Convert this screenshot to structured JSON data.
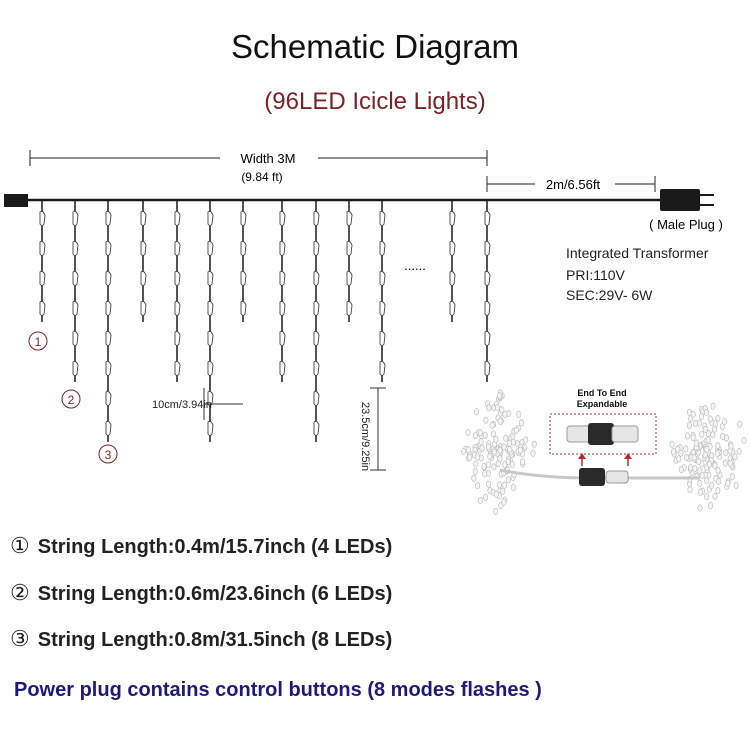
{
  "title": "Schematic Diagram",
  "subtitle": "(96LED Icicle Lights)",
  "dimensions": {
    "width_label": "Width 3M",
    "width_sub": "(9.84 ft)",
    "lead_label": "2m/6.56ft",
    "plug_label": "( Male Plug )",
    "spacing_label": "10cm/3.94in",
    "vertical_label": "23.5cm/9.25in",
    "ellipsis": "......"
  },
  "transformer": {
    "heading": "Integrated Transformer",
    "pri": "PRI:110V",
    "sec": "SEC:29V- 6W"
  },
  "markers": [
    "①",
    "②",
    "③"
  ],
  "callout": {
    "line1": "End To End",
    "line2": "Expandable"
  },
  "string_lengths": [
    {
      "marker": "①",
      "text": "String Length:0.4m/15.7inch (4 LEDs)"
    },
    {
      "marker": "②",
      "text": "String Length:0.6m/23.6inch (6 LEDs)"
    },
    {
      "marker": "③",
      "text": "String Length:0.8m/31.5inch (8 LEDs)"
    }
  ],
  "footer": "Power plug contains control buttons (8 modes flashes )",
  "colors": {
    "accent_red": "#7a2226",
    "footer_blue": "#1f1a78",
    "wire": "#1a1a1a"
  }
}
